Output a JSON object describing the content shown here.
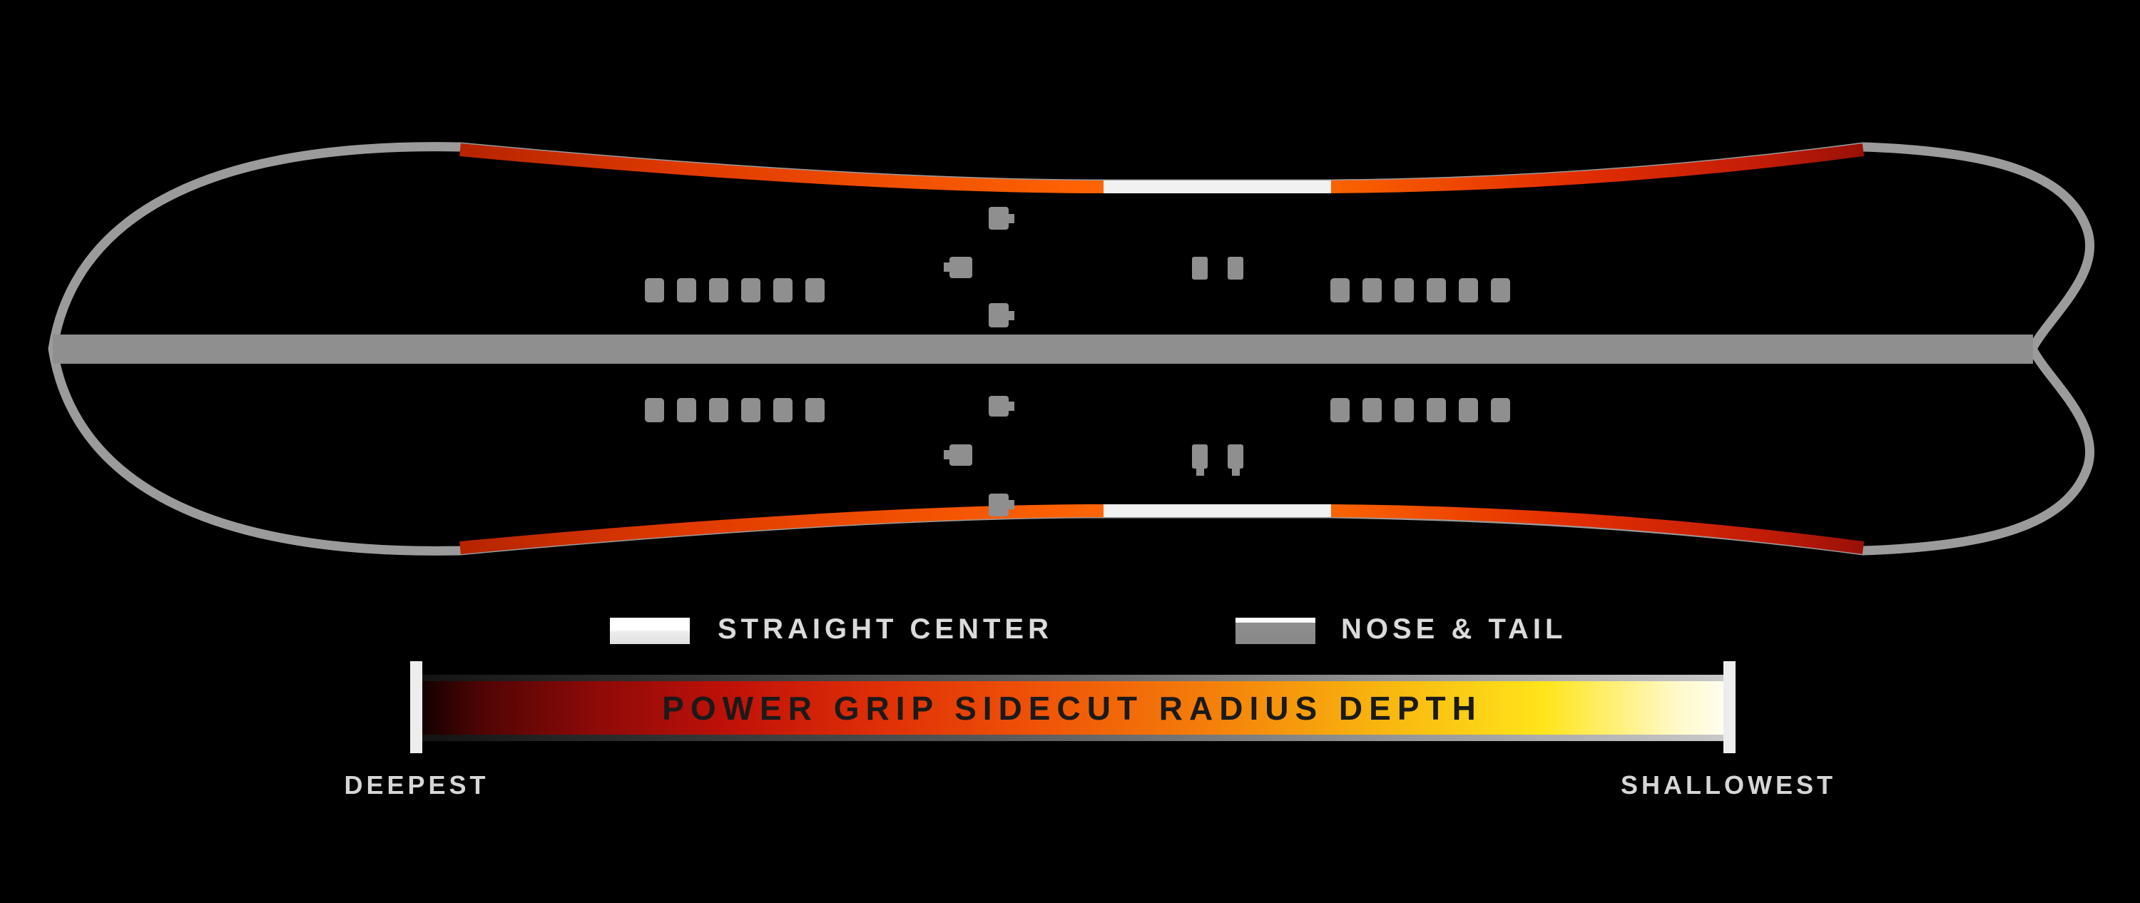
{
  "diagram": {
    "type": "splitboard-sidecut-diagram",
    "background_color": "#000000",
    "board": {
      "outline_color": "#9b9b9b",
      "center_seam_color": "#8f8f8f",
      "straight_center_color": "#f1f1f1",
      "insert_color": "#8f8f8f",
      "sidecut_gradient_nose_side": [
        "#b52400",
        "#e03a00",
        "#ff6503"
      ],
      "sidecut_gradient_tail_side": [
        "#fa6400",
        "#e53000",
        "#991008"
      ]
    },
    "legend": {
      "items": [
        {
          "swatch": "white",
          "label": "STRAIGHT CENTER"
        },
        {
          "swatch": "gray",
          "label": "NOSE & TAIL"
        }
      ]
    },
    "gradient_bar": {
      "title": "POWER GRIP SIDECUT RADIUS DEPTH",
      "title_color": "#1a1a1a",
      "left_label": "DEEPEST",
      "right_label": "SHALLOWEST",
      "gradient": [
        "#0d0000",
        "#8f0a08",
        "#df2e07",
        "#f47d0a",
        "#ffe51a",
        "#fffef2"
      ]
    }
  }
}
